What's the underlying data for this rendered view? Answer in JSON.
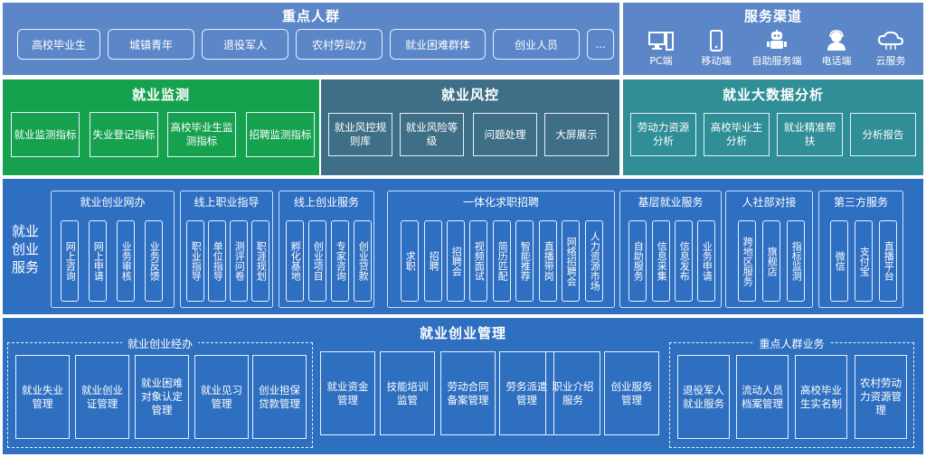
{
  "key_groups": {
    "title": "重点人群",
    "items": [
      "高校毕业生",
      "城镇青年",
      "退役军人",
      "农村劳动力",
      "就业困难群体",
      "创业人员",
      "..."
    ]
  },
  "channels": {
    "title": "服务渠道",
    "items": [
      {
        "label": "PC端",
        "icon": "pc-icon"
      },
      {
        "label": "移动端",
        "icon": "mobile-icon"
      },
      {
        "label": "自助服务端",
        "icon": "robot-icon"
      },
      {
        "label": "电话端",
        "icon": "headset-icon"
      },
      {
        "label": "云服务",
        "icon": "cloud-icon"
      }
    ]
  },
  "monitor": {
    "title": "就业监测",
    "items": [
      "就业监测指标",
      "失业登记指标",
      "高校毕业生监测指标",
      "招聘监测指标"
    ]
  },
  "risk": {
    "title": "就业风控",
    "items": [
      "就业风控规则库",
      "就业风险等级",
      "问题处理",
      "大屏展示"
    ]
  },
  "bigdata": {
    "title": "就业大数据分析",
    "items": [
      "劳动力资源分析",
      "高校毕业生分析",
      "就业精准帮扶",
      "分析报告"
    ]
  },
  "service": {
    "title": "就业创业服务",
    "groups": [
      {
        "title": "就业创业网办",
        "items": [
          "网上咨询",
          "网上申请",
          "业务审核",
          "业务反馈"
        ]
      },
      {
        "title": "线上职业指导",
        "items": [
          "职业指导",
          "单位指导",
          "测评问卷",
          "职涯规划"
        ]
      },
      {
        "title": "线上创业服务",
        "items": [
          "孵化基地",
          "创业项目",
          "专家咨询",
          "创业贷款"
        ]
      },
      {
        "title": "一体化求职招聘",
        "items": [
          "求职",
          "招聘",
          "招聘会",
          "视频面试",
          "简历匹配",
          "智能推荐",
          "直播带岗",
          "网络招聘会",
          "人力资源市场"
        ]
      },
      {
        "title": "基层就业服务",
        "items": [
          "自助服务",
          "信息采集",
          "信息发布",
          "业务申请"
        ]
      },
      {
        "title": "人社部对接",
        "items": [
          "跨地区服务",
          "旗舰店",
          "指标监测"
        ]
      },
      {
        "title": "第三方服务",
        "items": [
          "微信",
          "支付宝",
          "直播平台"
        ]
      }
    ]
  },
  "management": {
    "title": "就业创业管理",
    "left_group": {
      "title": "就业创业经办",
      "items": [
        "就业失业管理",
        "就业创业证管理",
        "就业困难对象认定管理",
        "就业见习管理",
        "创业担保贷款管理"
      ]
    },
    "middle": [
      "就业资金管理",
      "技能培训监管",
      "劳动合同备案管理",
      "劳务派遣管理",
      "职业介绍服务",
      "创业服务管理"
    ],
    "right_group": {
      "title": "重点人群业务",
      "items": [
        "退役军人就业服务",
        "流动人员档案管理",
        "高校毕业生实名制",
        "农村劳动力资源管理"
      ]
    }
  }
}
